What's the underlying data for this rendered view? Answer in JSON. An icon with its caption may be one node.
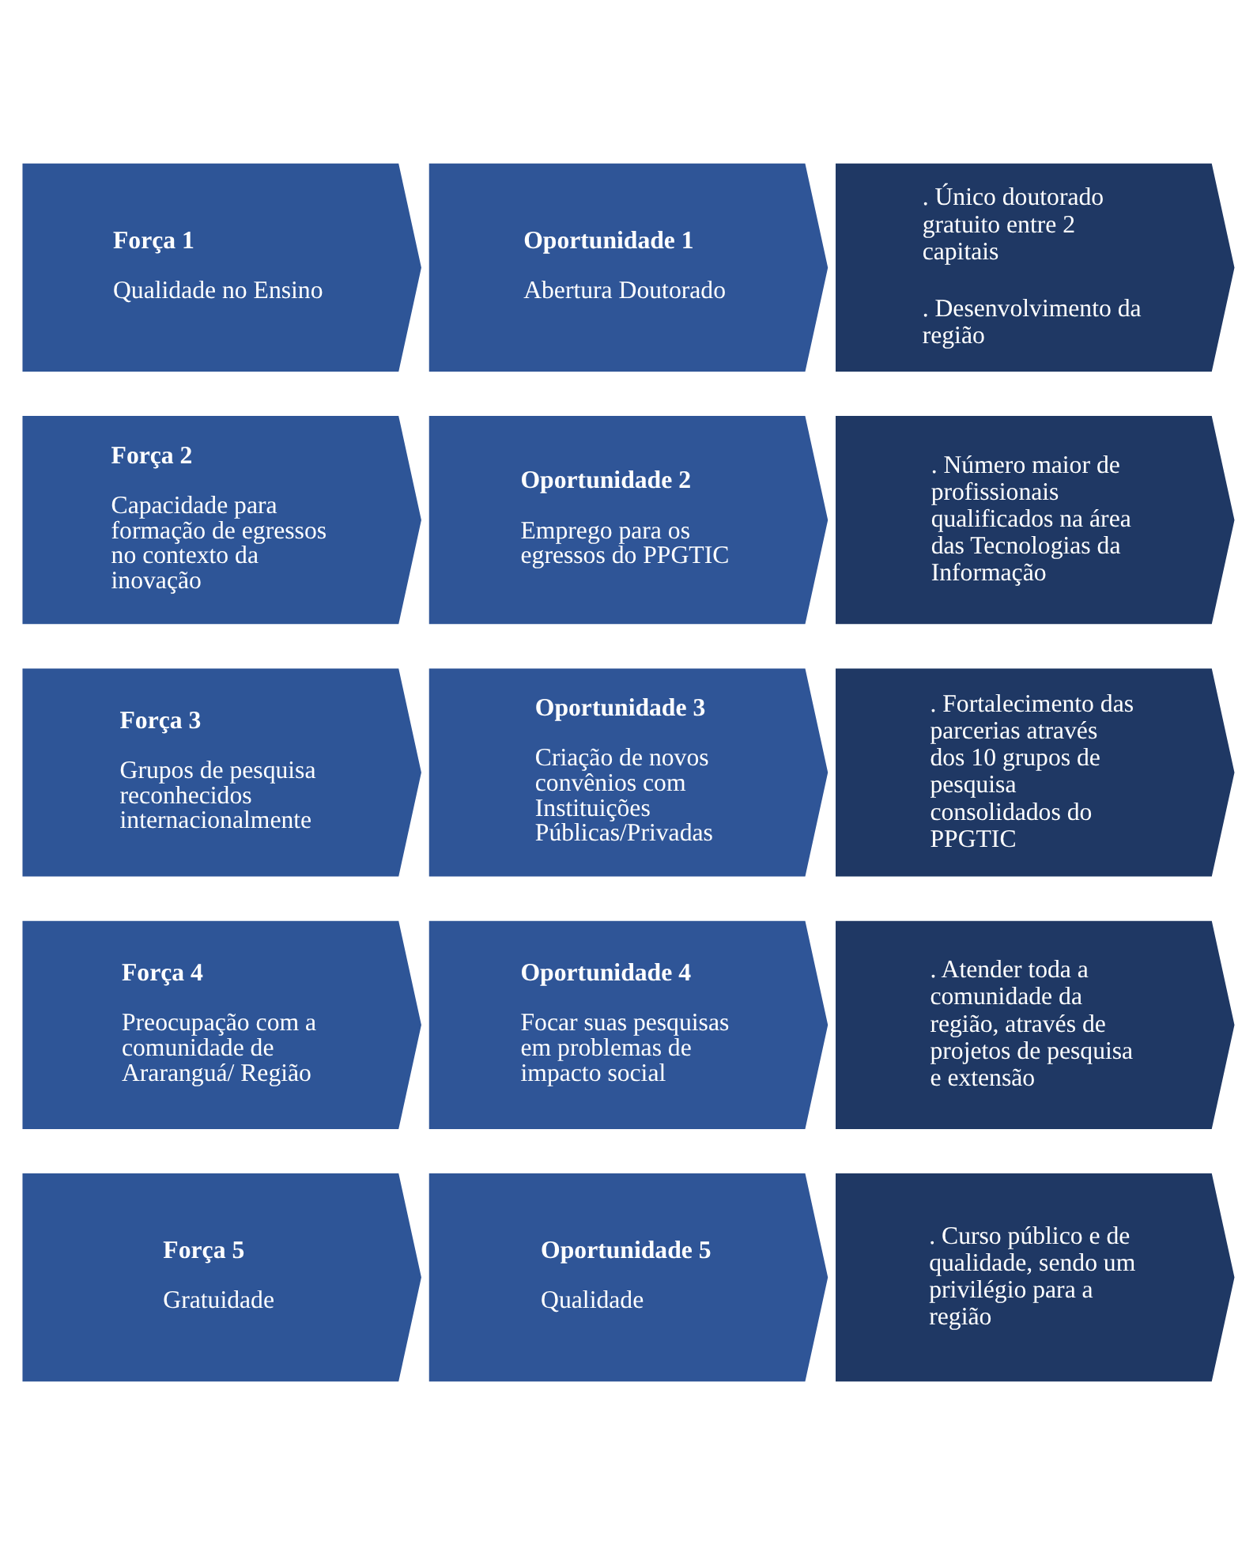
{
  "diagram": {
    "nodes": [
      {
        "text": [
          "Força 1",
          "Qualidade no Ensino"
        ]
      },
      {
        "text": [
          "Oportunidade 1",
          "Abertura Doutorado"
        ]
      },
      {
        "text": [
          ". Único doutorado gratuito entre 2 capitais",
          ". Desenvolvimento da região"
        ]
      },
      {
        "text": [
          "Força 2",
          "Capacidade para formação de egressos no contexto da inovação"
        ]
      },
      {
        "text": [
          "Oportunidade 2",
          "Emprego para os egressos do PPGTIC"
        ]
      },
      {
        "text": [
          ". Número maior de profissionais qualificados na área das Tecnologias da Informação"
        ]
      },
      {
        "text": [
          "Força 3",
          "Grupos de pesquisa reconhecidos internacionalmente"
        ]
      },
      {
        "text": [
          "Oportunidade 3",
          "Criação de novos convênios com Instituições Públicas/Privadas"
        ]
      },
      {
        "text": [
          ". Fortalecimento das parcerias através dos 10 grupos de pesquisa consolidados do PPGTIC"
        ]
      },
      {
        "text": [
          "Força 4",
          "Preocupação com a comunidade de Araranguá/ Região"
        ]
      },
      {
        "text": [
          "Oportunidade 4",
          "Focar suas pesquisas em problemas de impacto social"
        ]
      },
      {
        "text": [
          ". Atender toda a comunidade da região, através de projetos de pesquisa e extensão"
        ]
      },
      {
        "text": [
          "Força 5",
          "Gratuidade"
        ]
      },
      {
        "text": [
          "Oportunidade 5",
          "Qualidade"
        ]
      },
      {
        "text": [
          ". Curso público e de qualidade, sendo um privilégio para a região"
        ]
      }
    ]
  }
}
